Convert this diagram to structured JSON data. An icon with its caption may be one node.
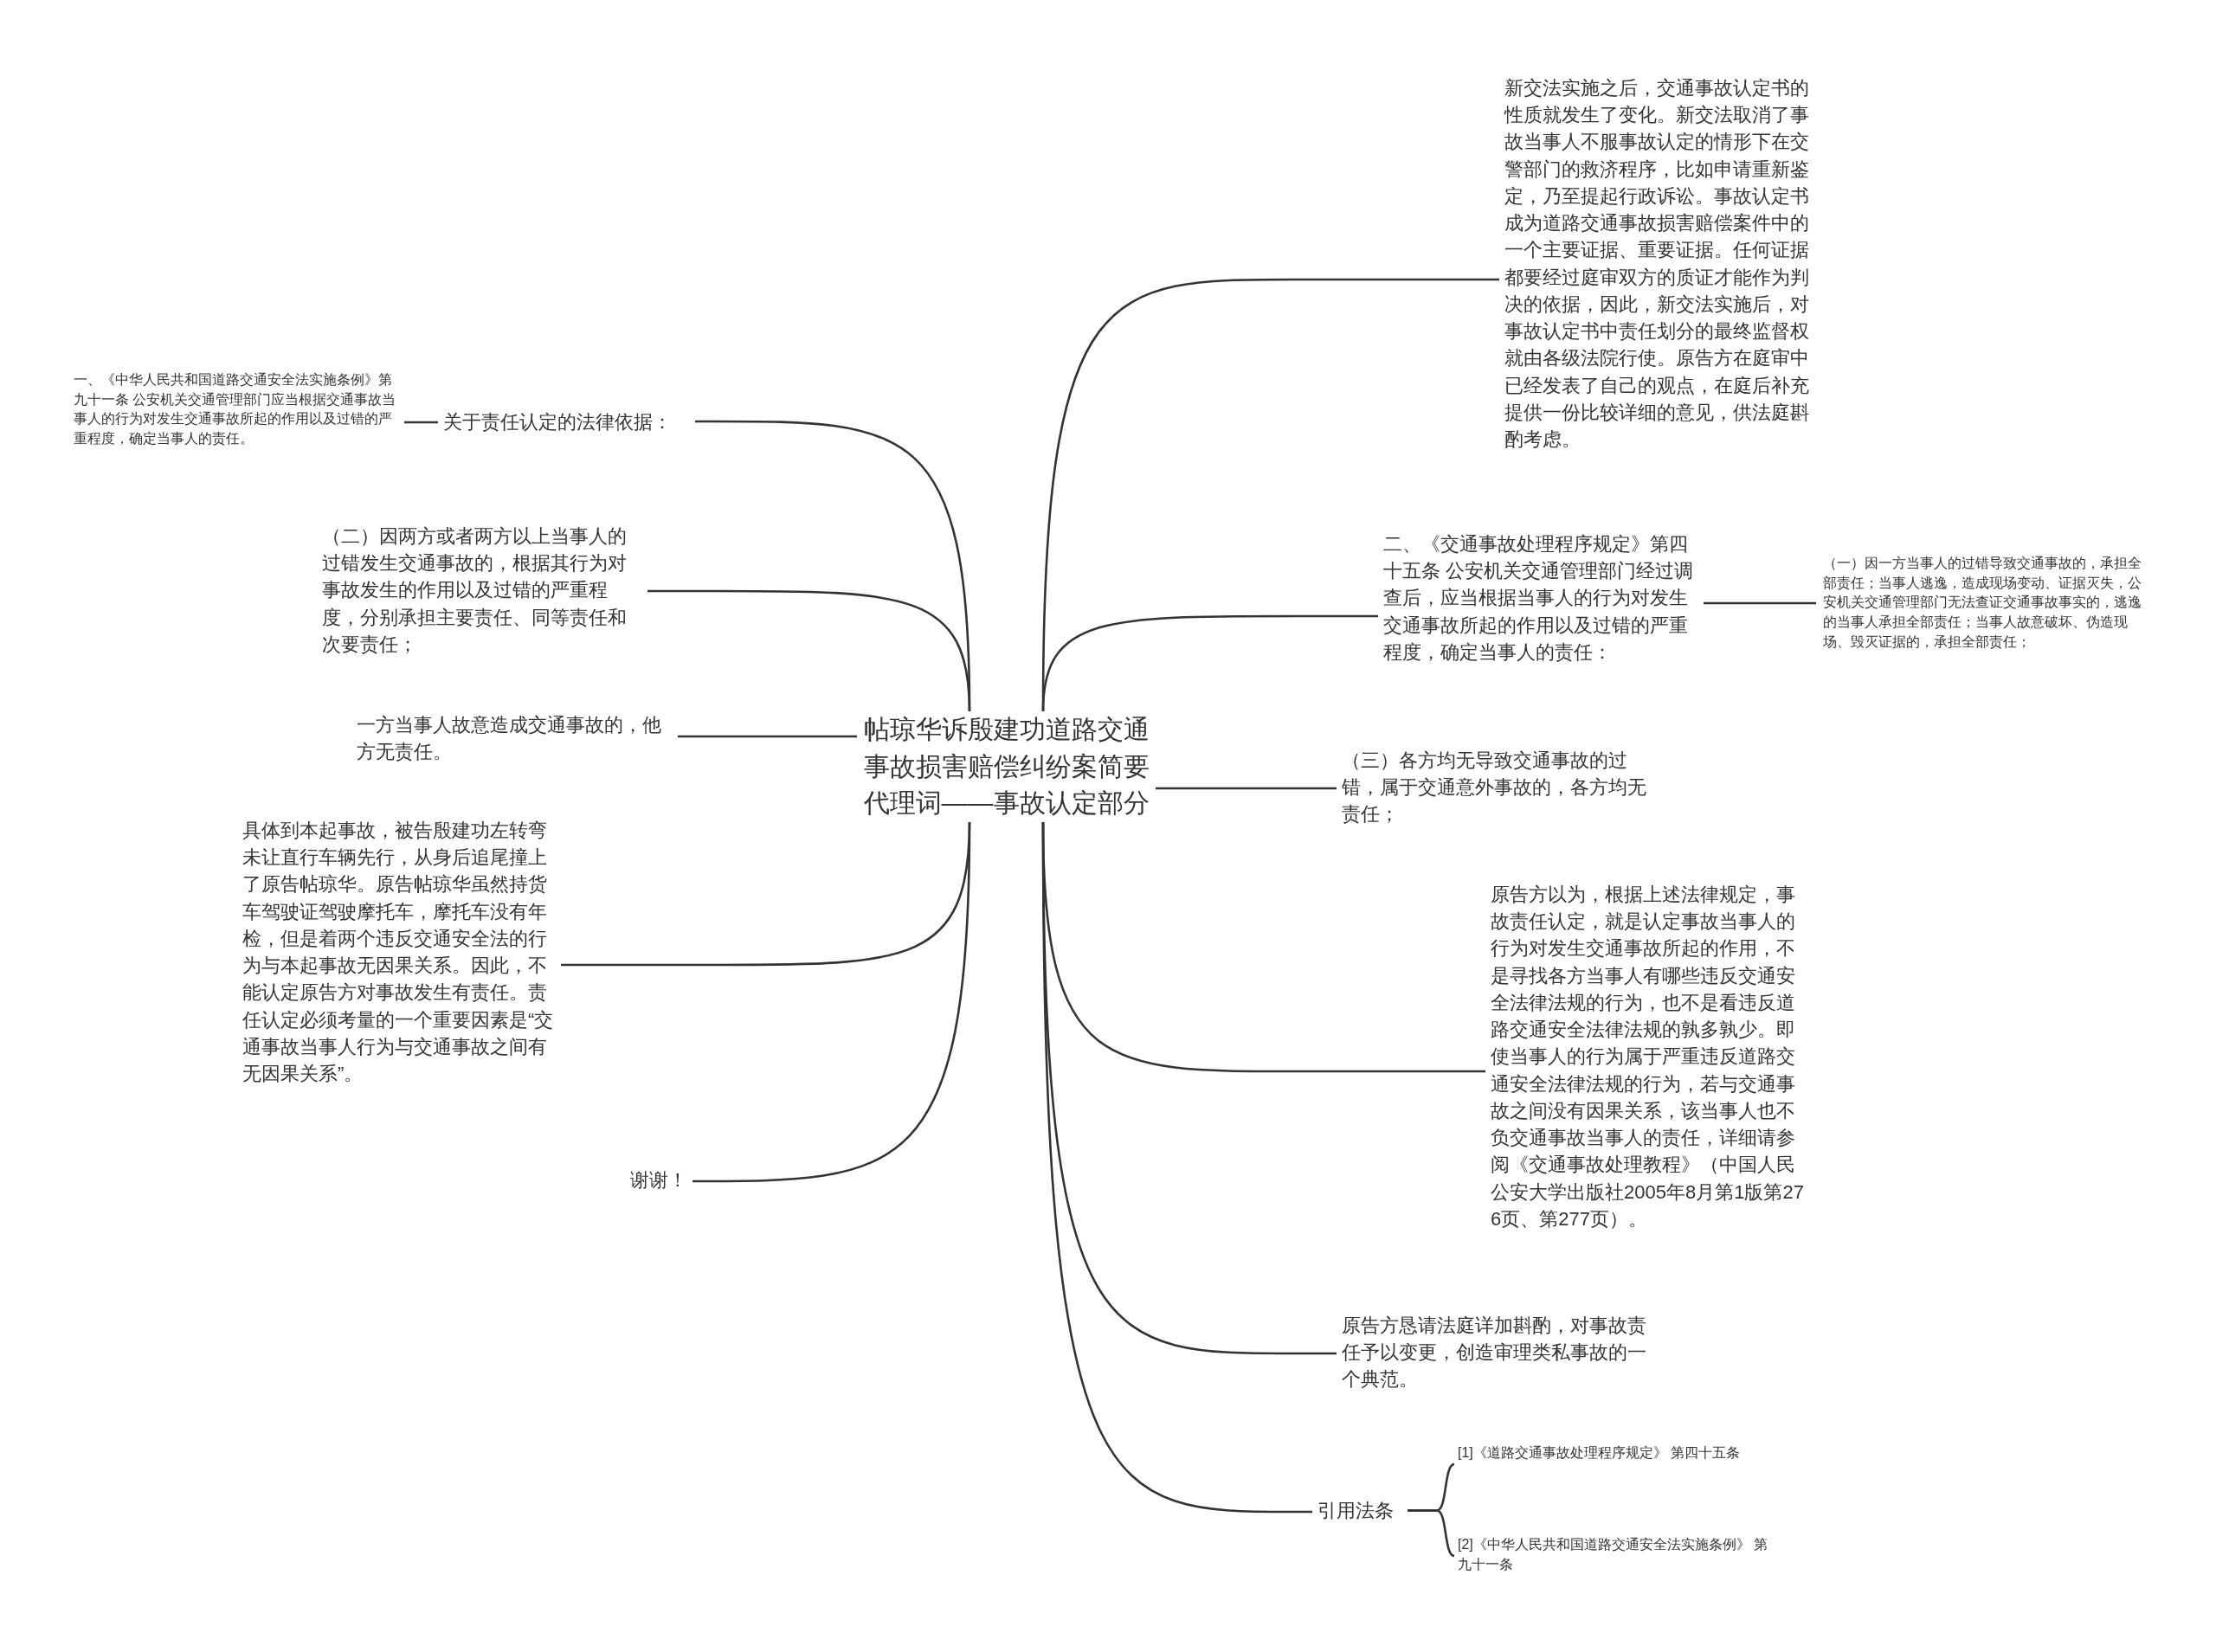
{
  "diagram": {
    "nodes": [
      {
        "text": [
          "帖琼华诉殷建功道路交通事故损害赔偿纠纷案简要代理词——事故认定部分"
        ]
      },
      {
        "text": [
          "关于责任认定的法律依据："
        ]
      },
      {
        "text": [
          "一、《中华人民共和国道路交通安全法实施条例》第九十一条 公安机关交通管理部门应当根据交通事故当事人的行为对发生交通事故所起的作用以及过错的严重程度，确定当事人的责任。"
        ]
      },
      {
        "text": [
          "（二）因两方或者两方以上当事人的过错发生交通事故的，根据其行为对事故发生的作用以及过错的严重程度，分别承担主要责任、同等责任和次要责任；"
        ]
      },
      {
        "text": [
          "一方当事人故意造成交通事故的，他方无责任。"
        ]
      },
      {
        "text": [
          "具体到本起事故，被告殷建功左转弯未让直行车辆先行，从身后追尾撞上了原告帖琼华。原告帖琼华虽然持货车驾驶证驾驶摩托车，摩托车没有年检，但是着两个违反交通安全法的行为与本起事故无因果关系。因此，不能认定原告方对事故发生有责任。责任认定必须考量的一个重要因素是“交通事故当事人行为与交通事故之间有无因果关系”。"
        ]
      },
      {
        "text": [
          "谢谢！"
        ]
      },
      {
        "text": [
          "新交法实施之后，交通事故认定书的性质就发生了变化。新交法取消了事故当事人不服事故认定的情形下在交警部门的救济程序，比如申请重新鉴定，乃至提起行政诉讼。事故认定书成为道路交通事故损害赔偿案件中的一个主要证据、重要证据。任何证据都要经过庭审双方的质证才能作为判决的依据，因此，新交法实施后，对事故认定书中责任划分的最终监督权就由各级法院行使。原告方在庭审中已经发表了自己的观点，在庭后补充提供一份比较详细的意见，供法庭斟酌考虑。"
        ]
      },
      {
        "text": [
          "二、《交通事故处理程序规定》第四十五条 公安机关交通管理部门经过调查后，应当根据当事人的行为对发生交通事故所起的作用以及过错的严重程度，确定当事人的责任："
        ]
      },
      {
        "text": [
          "（一）因一方当事人的过错导致交通事故的，承担全部责任；当事人逃逸，造成现场变动、证据灭失，公安机关交通管理部门无法查证交通事故事实的，逃逸的当事人承担全部责任；当事人故意破坏、伪造现场、毁灭证据的，承担全部责任；"
        ]
      },
      {
        "text": [
          "（三）各方均无导致交通事故的过错，属于交通意外事故的，各方均无责任；"
        ]
      },
      {
        "text": [
          "原告方以为，根据上述法律规定，事故责任认定，就是认定事故当事人的行为对发生交通事故所起的作用，不是寻找各方当事人有哪些违反交通安全法律法规的行为，也不是看违反道路交通安全法律法规的孰多孰少。即使当事人的行为属于严重违反道路交通安全法律法规的行为，若与交通事故之间没有因果关系，该当事人也不负交通事故当事人的责任，详细请参阅《交通事故处理教程》（中国人民公安大学出版社2005年8月第1版第276页、第277页）。"
        ]
      },
      {
        "text": [
          "原告方恳请法庭详加斟酌，对事故责任予以变更，创造审理类私事故的一个典范。"
        ]
      },
      {
        "text": [
          "引用法条"
        ]
      },
      {
        "text": [
          "[1]《道路交通事故处理程序规定》 第四十五条"
        ]
      },
      {
        "text": [
          "[2]《中华人民共和国道路交通安全法实施条例》 第九十一条"
        ]
      }
    ],
    "edges": [
      {
        "from": 0,
        "to": 1,
        "arrow": "none"
      },
      {
        "from": 1,
        "to": 2,
        "arrow": "none"
      },
      {
        "from": 0,
        "to": 3,
        "arrow": "none"
      },
      {
        "from": 0,
        "to": 4,
        "arrow": "none"
      },
      {
        "from": 0,
        "to": 5,
        "arrow": "none"
      },
      {
        "from": 0,
        "to": 6,
        "arrow": "none"
      },
      {
        "from": 0,
        "to": 7,
        "arrow": "none"
      },
      {
        "from": 0,
        "to": 8,
        "arrow": "none"
      },
      {
        "from": 8,
        "to": 9,
        "arrow": "none"
      },
      {
        "from": 0,
        "to": 10,
        "arrow": "none"
      },
      {
        "from": 0,
        "to": 11,
        "arrow": "none"
      },
      {
        "from": 0,
        "to": 12,
        "arrow": "none"
      },
      {
        "from": 0,
        "to": 13,
        "arrow": "none"
      },
      {
        "from": 13,
        "to": 14,
        "arrow": "none"
      },
      {
        "from": 13,
        "to": 15,
        "arrow": "none"
      }
    ]
  }
}
